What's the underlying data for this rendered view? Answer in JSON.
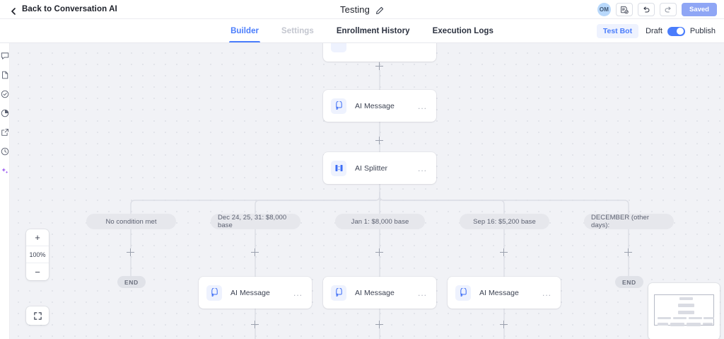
{
  "header": {
    "back_label": "Back to Conversation AI",
    "back_icon": "chevron-left-icon",
    "doc_title": "Testing",
    "edit_icon": "pencil-icon",
    "avatar_initials": "OM",
    "notes_icon": "document-check-icon",
    "undo_icon": "undo-arrow-icon",
    "redo_icon": "redo-arrow-icon",
    "save_label": "Saved"
  },
  "tabs": [
    {
      "label": "Builder",
      "state": "active"
    },
    {
      "label": "Settings",
      "state": "disabled"
    },
    {
      "label": "Enrollment History",
      "state": "normal"
    },
    {
      "label": "Execution Logs",
      "state": "normal"
    }
  ],
  "tab_actions": {
    "test_bot_label": "Test Bot",
    "draft_label": "Draft",
    "publish_label": "Publish",
    "toggle_state": "on"
  },
  "rail_icons": [
    "chat-bubble-icon",
    "file-icon",
    "check-circle-icon",
    "pie-chart-icon",
    "external-link-icon",
    "history-clock-icon",
    "ai-sparkle-icon"
  ],
  "canvas": {
    "nodes": [
      {
        "id": "n-top",
        "label": "",
        "icon": "partial-node",
        "menu": ""
      },
      {
        "id": "n-msg-1",
        "label": "AI Message",
        "icon": "ai-message-icon",
        "menu": "..."
      },
      {
        "id": "n-splitter",
        "label": "AI Splitter",
        "icon": "ai-splitter-icon",
        "menu": "..."
      },
      {
        "id": "n-msg-b2",
        "label": "AI Message",
        "icon": "ai-message-icon",
        "menu": "..."
      },
      {
        "id": "n-msg-b3",
        "label": "AI Message",
        "icon": "ai-message-icon",
        "menu": "..."
      },
      {
        "id": "n-msg-b4",
        "label": "AI Message",
        "icon": "ai-message-icon",
        "menu": "..."
      }
    ],
    "branches": [
      {
        "condition": "No condition met"
      },
      {
        "condition": "Dec 24, 25, 31: $8,000 base"
      },
      {
        "condition": "Jan 1: $8,000 base"
      },
      {
        "condition": "Sep 16: $5,200 base"
      },
      {
        "condition": "DECEMBER (other days):"
      }
    ],
    "end_badges": [
      "END",
      "END"
    ],
    "zoom": {
      "in_label": "+",
      "level_label": "100%",
      "out_label": "−",
      "fit_icon": "fit-screen-icon"
    },
    "minimap_name": "canvas-minimap"
  },
  "colors": {
    "accent": "#4a7dfc",
    "canvas_bg": "#f1f2f6",
    "pill_bg": "#e6e7ec",
    "save_btn": "#8fa6f5"
  }
}
